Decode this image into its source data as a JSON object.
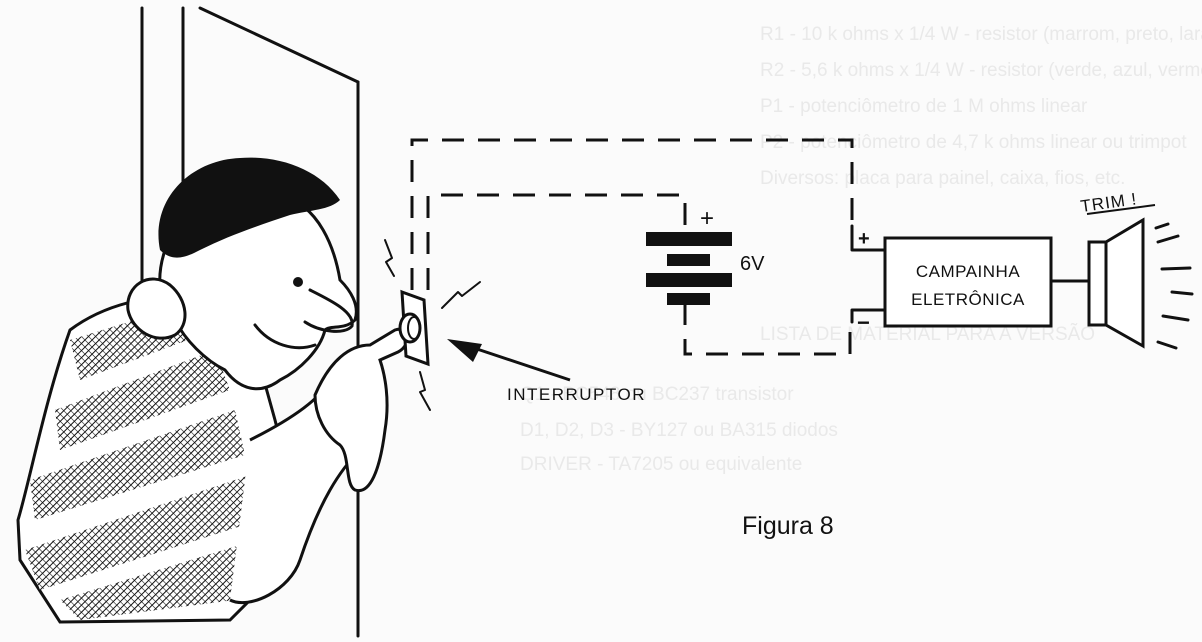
{
  "figure": {
    "caption": "Figura 8",
    "switch_label": "INTERRUPTOR",
    "battery_voltage": "6V",
    "battery_plus": "+",
    "bell_plus": "+",
    "bell_minus": "−",
    "bell_line1": "CAMPAINHA",
    "bell_line2": "ELETRÔNICA",
    "sound": "TRIM !"
  },
  "icons": {
    "battery": "battery-icon",
    "speaker": "speaker-icon",
    "switch": "push-button-switch-icon",
    "arrow": "pointer-arrow-icon"
  },
  "colors": {
    "ink": "#111111",
    "paper": "#fbfbfb"
  }
}
